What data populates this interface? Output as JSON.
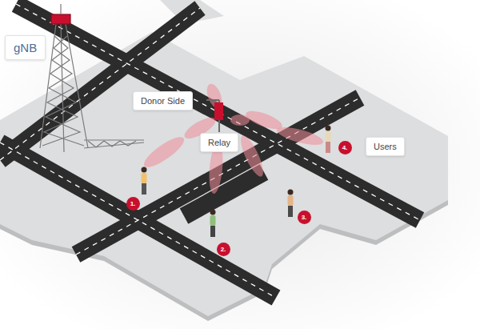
{
  "diagram": {
    "nodes": [
      {
        "text": [
          "gNB"
        ]
      },
      {
        "text": [
          "Donor Side"
        ]
      },
      {
        "text": [
          "Relay"
        ]
      },
      {
        "text": [
          "Users"
        ]
      },
      {
        "text": [
          "1."
        ]
      },
      {
        "text": [
          "2."
        ]
      },
      {
        "text": [
          "3."
        ]
      },
      {
        "text": [
          "4."
        ]
      }
    ]
  }
}
